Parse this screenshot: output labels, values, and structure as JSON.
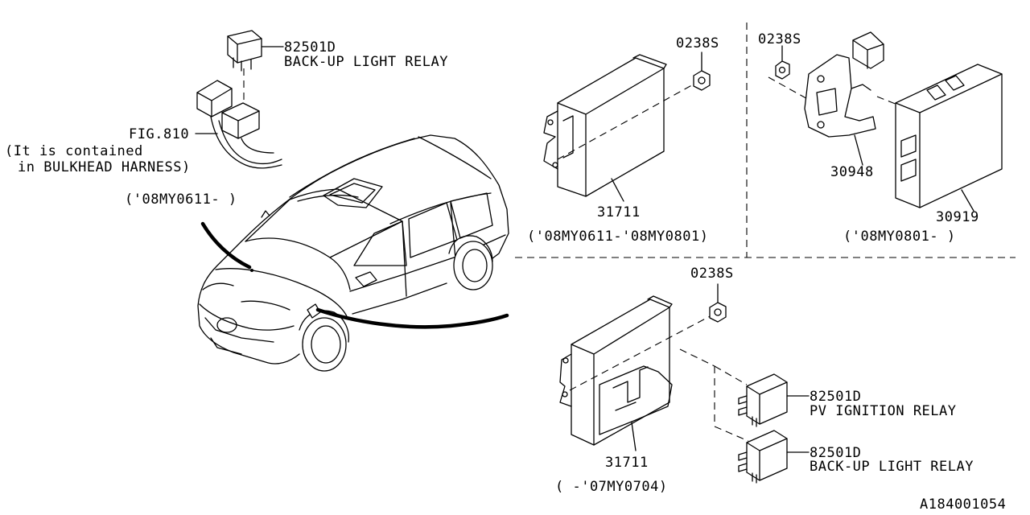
{
  "labels": {
    "relay_top_part": "82501D",
    "relay_top_name": "BACK-UP LIGHT RELAY",
    "fig_ref": "FIG.810",
    "fig_note_1": "(It is contained",
    "fig_note_2": "in BULKHEAD HARNESS)",
    "car_date_range": "('08MY0611-   )",
    "nut_a": "0238S",
    "ecu_a_part": "31711",
    "ecu_a_range": "('08MY0611-'08MY0801)",
    "nut_b": "0238S",
    "bracket_part": "30948",
    "module_part": "30919",
    "module_range": "('08MY0801-     )",
    "nut_c": "0238S",
    "ecu_c_part": "31711",
    "ecu_c_range": "(  -'07MY0704)",
    "relay_pv_part": "82501D",
    "relay_pv_name": "PV IGNITION RELAY",
    "relay_bu_part": "82501D",
    "relay_bu_name": "BACK-UP LIGHT RELAY",
    "diagram_id": "A184001054"
  }
}
